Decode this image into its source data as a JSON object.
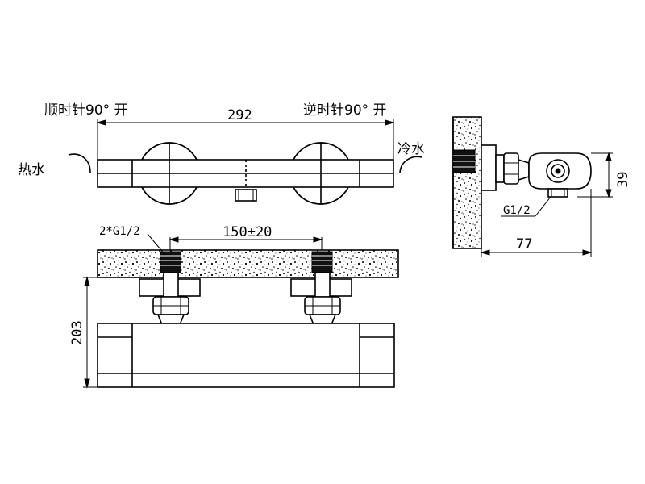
{
  "labels": {
    "clockwise_open": "顺时针90° 开",
    "counterclockwise_open": "逆时针90° 开",
    "hot_water": "热水",
    "cold_water": "冷水",
    "thread_pair": "2*G1/2",
    "thread_single": "G1/2"
  },
  "dimensions": {
    "overall_width": "292",
    "inlet_spacing": "150±20",
    "overall_height": "203",
    "side_height": "39",
    "side_depth": "77"
  }
}
